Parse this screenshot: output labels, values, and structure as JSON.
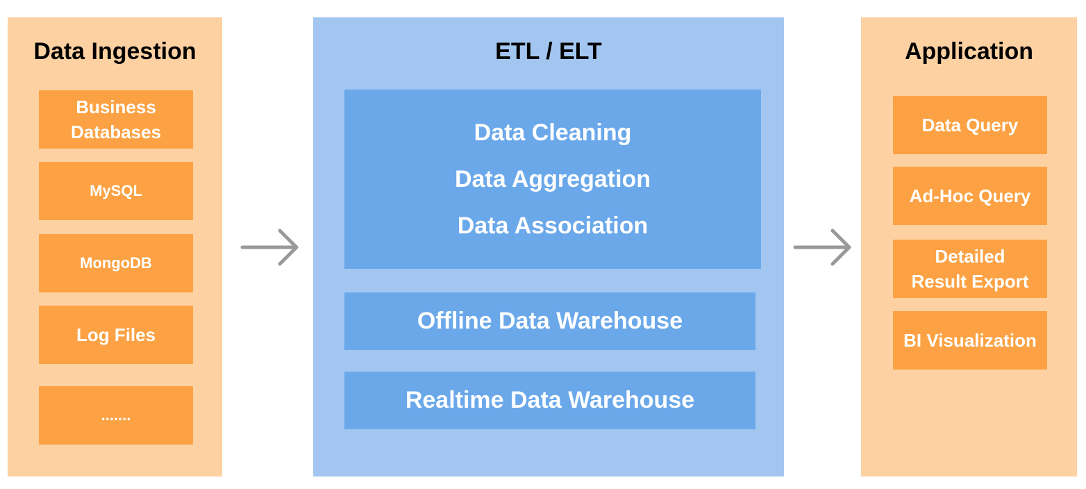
{
  "colors": {
    "orange_panel": "#fdd1a2",
    "orange_box": "#fca244",
    "blue_panel": "#a3c6f1",
    "blue_box": "#6aa8ea",
    "arrow": "#999999",
    "box_text": "#ffffff",
    "title_text": "#000000"
  },
  "ingestion": {
    "title": "Data Ingestion",
    "items": [
      {
        "label_lines": [
          "Business",
          "Databases"
        ]
      },
      {
        "label_lines": [
          "MySQL"
        ]
      },
      {
        "label_lines": [
          "MongoDB"
        ]
      },
      {
        "label_lines": [
          "Log Files"
        ]
      },
      {
        "label_lines": [
          "......."
        ]
      }
    ]
  },
  "etl": {
    "title": "ETL / ELT",
    "processes": [
      "Data Cleaning",
      "Data Aggregation",
      "Data Association"
    ],
    "offline_warehouse": "Offline Data Warehouse",
    "realtime_warehouse": "Realtime Data Warehouse"
  },
  "application": {
    "title": "Application",
    "items": [
      {
        "label_lines": [
          "Data Query"
        ]
      },
      {
        "label_lines": [
          "Ad-Hoc Query"
        ]
      },
      {
        "label_lines": [
          "Detailed",
          "Result Export"
        ]
      },
      {
        "label_lines": [
          "BI Visualization"
        ]
      }
    ]
  },
  "arrows": {
    "left_icon": "right-arrow-icon",
    "right_icon": "right-arrow-icon"
  }
}
